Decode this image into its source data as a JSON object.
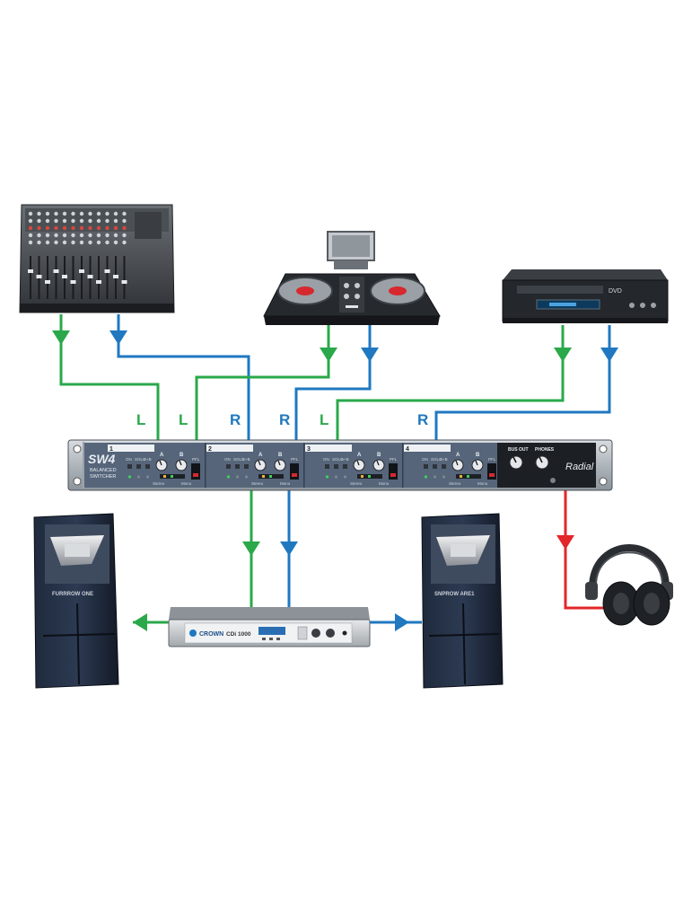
{
  "channel_labels": {
    "ch1_left": "L",
    "ch2_left": "L",
    "ch2_right": "R",
    "ch3_left": "L",
    "ch3_right": "R",
    "ch4_right": "R"
  },
  "switcher": {
    "model": "SW4",
    "subtitle_line1": "BALANCED",
    "subtitle_line2": "SWITCHER",
    "channel_numbers": [
      "1",
      "2",
      "3",
      "4"
    ],
    "bus_out_label": "BUS OUT",
    "phones_label": "PHONES",
    "brand": "Radial",
    "control_labels": [
      "ON",
      "SOLO",
      "A+B",
      "PFL",
      "A",
      "B"
    ],
    "mode_labels": [
      "Stereo",
      "Mono"
    ]
  },
  "amplifier": {
    "brand": "CROWN",
    "model": "CDi 1000"
  },
  "speakers": {
    "left_label": "FURRROW ONE",
    "right_label": "SNPROW ARE1"
  },
  "dvd_player": {
    "badge": "DVD"
  },
  "colors": {
    "left_signal": "#2aa84a",
    "right_signal": "#1f78c0",
    "headphone_signal": "#e3262a"
  }
}
